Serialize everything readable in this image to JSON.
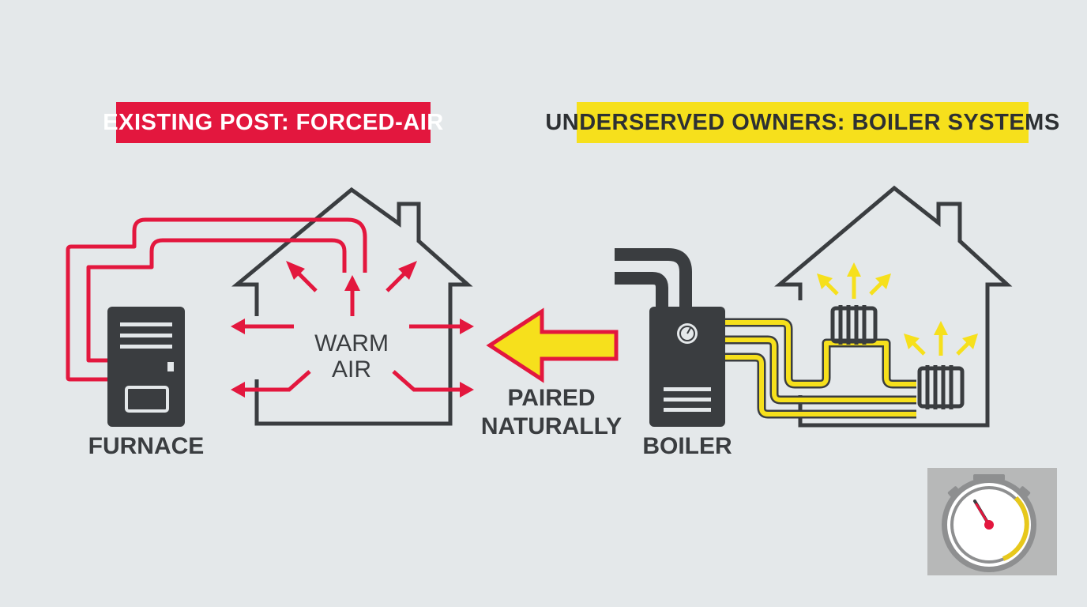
{
  "banners": {
    "left": "EXISTING POST: FORCED-AIR",
    "right": "UNDERSERVED OWNERS: BOILER SYSTEMS"
  },
  "labels": {
    "furnace": "FURNACE",
    "boiler": "BOILER",
    "warm_air_line1": "WARM",
    "warm_air_line2": "AIR",
    "paired_line1": "PAIRED",
    "paired_line2": "NATURALLY"
  },
  "colors": {
    "background": "#e4e8ea",
    "red": "#e3173e",
    "yellow": "#f6e01c",
    "dark": "#3a3d40",
    "gauge_box": "#b7b8b8"
  },
  "icons": [
    "house-icon",
    "furnace-icon",
    "boiler-icon",
    "radiator-icon",
    "gauge-icon",
    "arrow-icon"
  ]
}
